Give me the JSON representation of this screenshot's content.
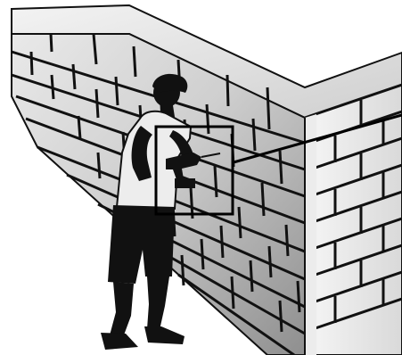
{
  "scene": {
    "subject": "person-drilling-block-wall",
    "highlight": "drill-contact-area",
    "callout": "leader-line-to-right-edge",
    "tones": {
      "wall_light": "#f3f3f3",
      "wall_mid": "#d8d8d8",
      "wall_dark": "#a9a9a9",
      "wall_shadow": "#6f6f6f",
      "mortar": "#111111",
      "person": "#111111",
      "shirt": "#e8e8e8",
      "highlight_frame": "#000000",
      "background": "#ffffff"
    }
  }
}
